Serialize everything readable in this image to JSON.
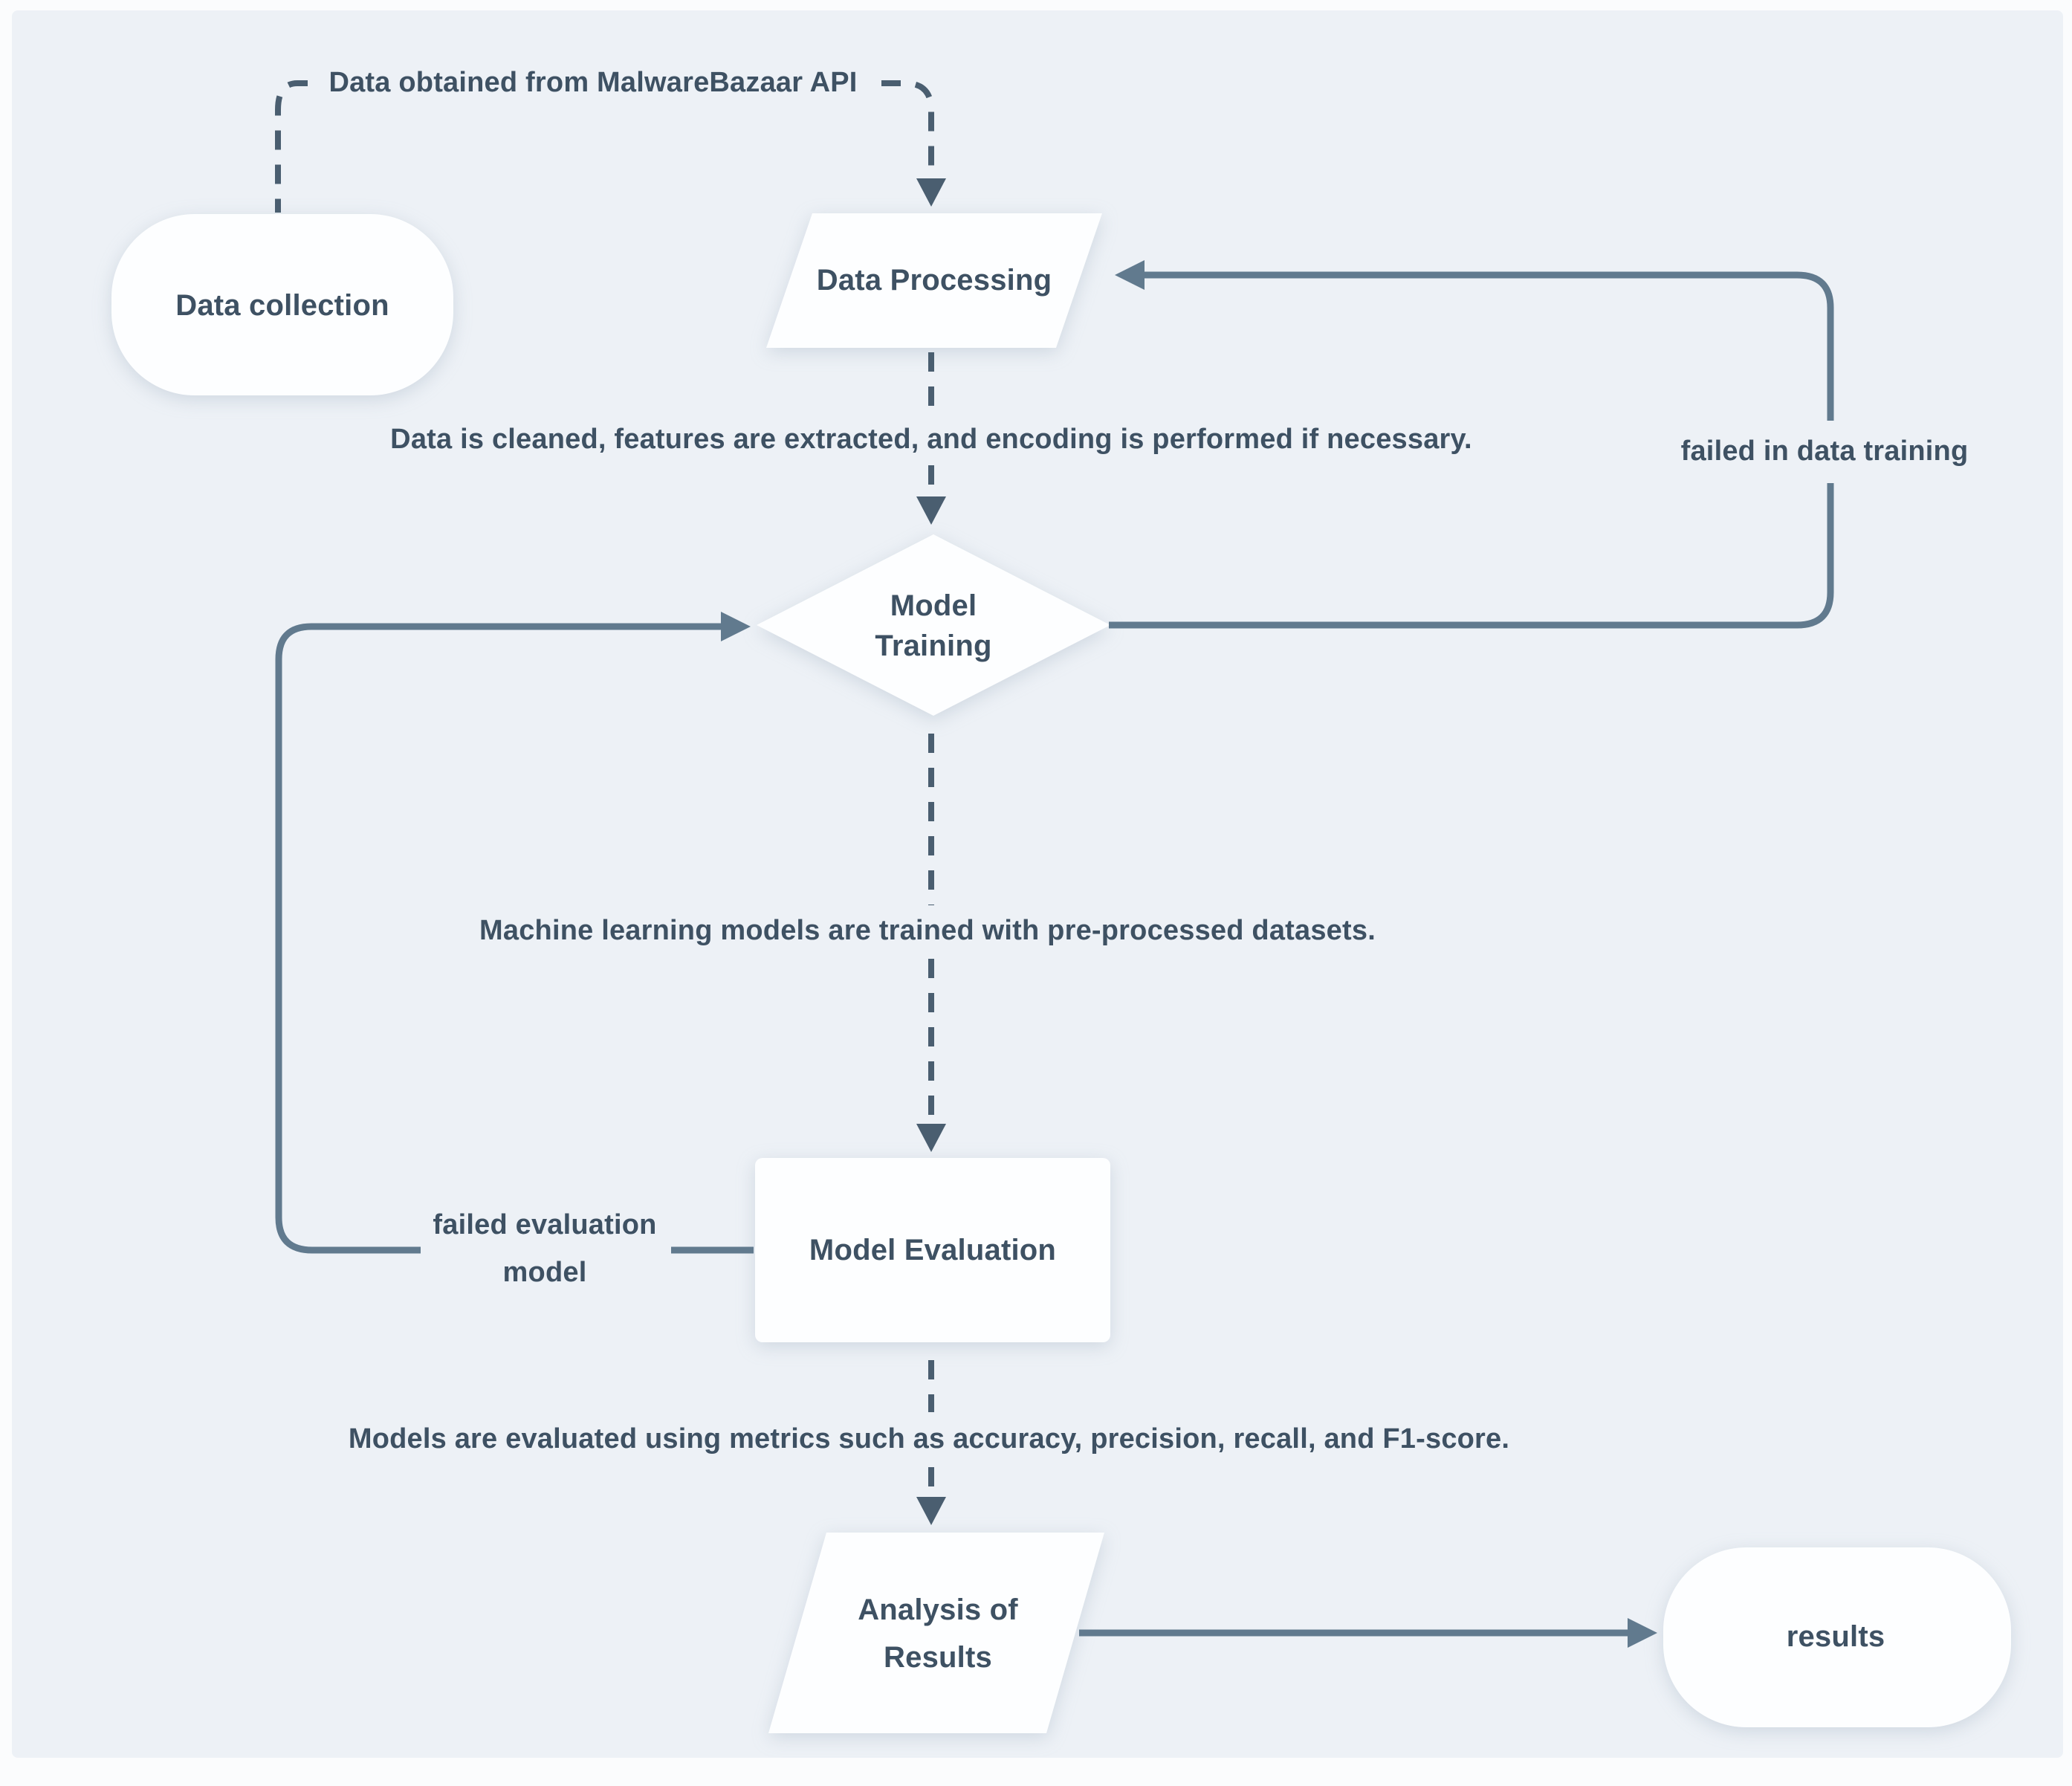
{
  "diagram": {
    "colors": {
      "page_frame": "#fbfcfd",
      "canvas_background": "#edf1f6",
      "solid_line": "#617a8e",
      "dashed_line": "#4a5e70",
      "node_fill": "#fdfeff",
      "text": "#3e5163"
    },
    "nodes": {
      "data_collection": {
        "label": "Data collection",
        "shape": "stadium"
      },
      "data_processing": {
        "label": "Data Processing",
        "shape": "parallelogram"
      },
      "model_training": {
        "line1": "Model",
        "line2": "Training",
        "shape": "diamond"
      },
      "model_evaluation": {
        "label": "Model Evaluation",
        "shape": "rectangle"
      },
      "analysis_of_results": {
        "line1": "Analysis of",
        "line2": "Results",
        "shape": "parallelogram"
      },
      "results": {
        "label": "results",
        "shape": "stadium"
      }
    },
    "edge_labels": {
      "api_source": "Data obtained from MalwareBazaar API",
      "cleaning_note": "Data is cleaned, features are extracted, and encoding is performed if necessary.",
      "failed_training": "failed in data training",
      "training_note": "Machine learning models are trained with pre-processed datasets.",
      "failed_evaluation_line1": "failed evaluation",
      "failed_evaluation_line2": "model",
      "evaluation_note": "Models are evaluated using metrics such as accuracy, precision, recall, and F1-score."
    }
  }
}
